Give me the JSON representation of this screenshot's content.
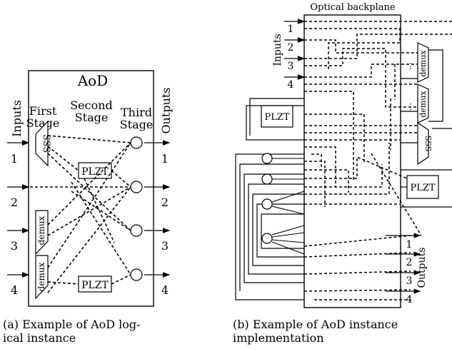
{
  "panel_a": {
    "box_title": "AoD",
    "inputs_label": "Inputs",
    "outputs_label": "Outputs",
    "stage1": "First\nStage",
    "stage2": "Second\nStage",
    "stage3": "Third\nStage",
    "sss": "SSS",
    "demux": "demux",
    "plzt": "PLZT",
    "input_numbers": [
      "1",
      "2",
      "3",
      "4"
    ],
    "output_numbers": [
      "1",
      "2",
      "3",
      "4"
    ],
    "caption": "(a) Example of AoD log-\nical instance"
  },
  "panel_b": {
    "backplane": "Optical backplane",
    "inputs_label": "Inputs",
    "outputs_label": "Outputs",
    "input_numbers": [
      "1",
      "2",
      "3",
      "4"
    ],
    "output_numbers": [
      "1",
      "2",
      "3",
      "4"
    ],
    "plzt": "PLZT",
    "demux": "demux",
    "sss": "SSS",
    "caption": "(b) Example of AoD instance\nimplementation"
  }
}
